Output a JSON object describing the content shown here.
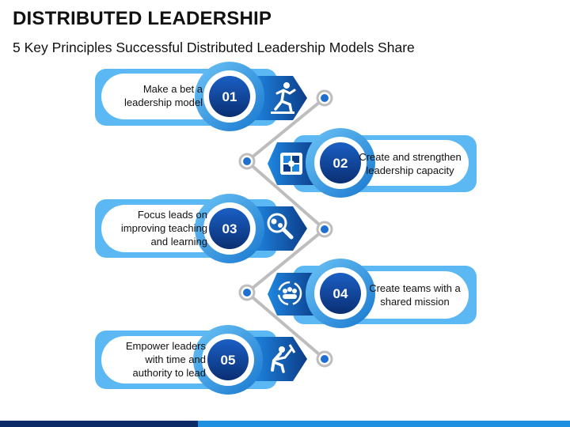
{
  "title": "DISTRIBUTED LEADERSHIP",
  "subtitle": "5 Key Principles Successful Distributed Leadership Models Share",
  "colors": {
    "dark_blue": "#0b2a66",
    "mid_blue": "#1f7fd6",
    "light_blue": "#5cb8f2",
    "pale_blue": "#cfeafc",
    "connector_gray": "#bfbfbf"
  },
  "items": [
    {
      "number": "01",
      "lines": [
        "Make a bet a",
        "leadership model"
      ],
      "icon": "running-person-icon"
    },
    {
      "number": "02",
      "lines": [
        "Create and strengthen",
        "leadership capacity"
      ],
      "icon": "puzzle-hands-icon"
    },
    {
      "number": "03",
      "lines": [
        "Focus leads on",
        "improving teaching",
        "and learning"
      ],
      "icon": "magnifier-gears-icon"
    },
    {
      "number": "04",
      "lines": [
        "Create teams with a",
        "shared mission"
      ],
      "icon": "team-cycle-icon"
    },
    {
      "number": "05",
      "lines": [
        "Empower leaders",
        "with time and",
        "authority to lead"
      ],
      "icon": "person-pushing-icon"
    }
  ]
}
